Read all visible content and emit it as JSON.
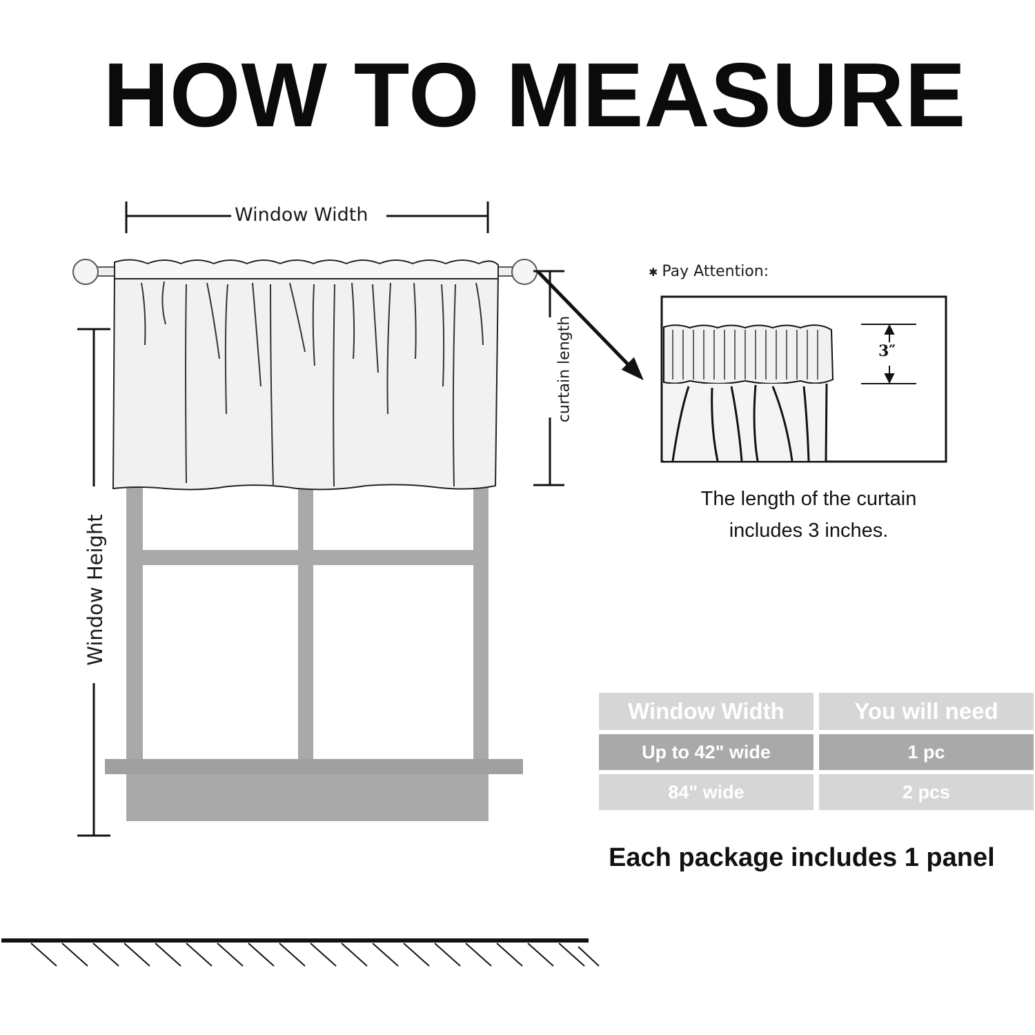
{
  "title": "HOW TO MEASURE",
  "labels": {
    "window_width": "Window Width",
    "curtain_length": "curtain length",
    "window_height": "Window Height",
    "pay_attention": "Pay Attention:",
    "inch_mark": "3″"
  },
  "note": "The length of the curtain includes 3 inches.",
  "table": {
    "headers": [
      "Window Width",
      "You will need"
    ],
    "rows": [
      [
        "Up to 42\" wide",
        "1 pc"
      ],
      [
        "84\" wide",
        "2 pcs"
      ]
    ]
  },
  "package_note": "Each package includes 1 panel",
  "colors": {
    "frame_gray": "#a9a9a9",
    "light_gray": "#d6d6d6",
    "line": "#111111"
  }
}
